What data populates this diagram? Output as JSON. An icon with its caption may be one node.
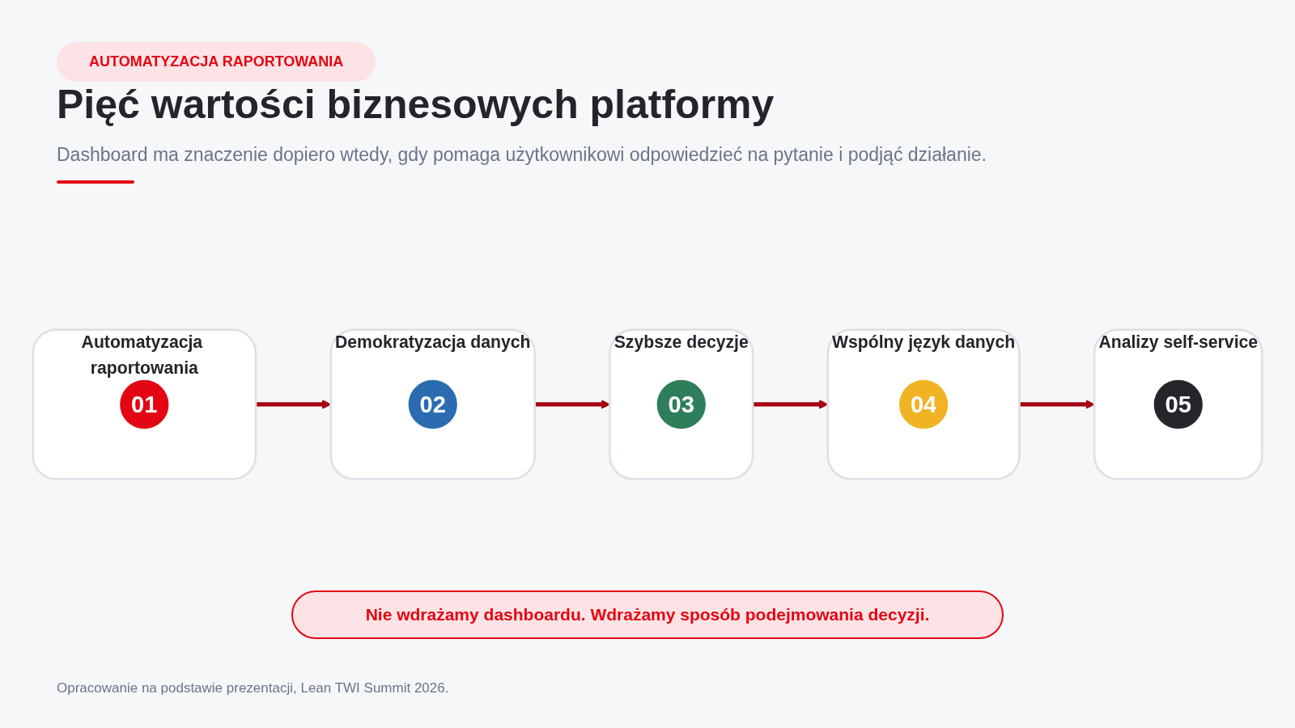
{
  "diagram": {
    "title": "Pięć wartości biznesowych platformy",
    "caption": "Dashboard ma znaczenie dopiero wtedy, gdy pomaga użytkownikowi odpowiedzieć na pytanie i podjąć działanie.",
    "nodes": [
      {
        "text": [
          "Automatyzacja raportowania"
        ]
      },
      {
        "text": [
          "01"
        ],
        "in": 0
      },
      {
        "text": [
          "Demokratyzacja danych"
        ]
      },
      {
        "text": [
          "02"
        ],
        "in": 2
      },
      {
        "text": [
          "Szybsze decyzje"
        ]
      },
      {
        "text": [
          "03"
        ],
        "in": 4
      },
      {
        "text": [
          "Wspólny język danych"
        ]
      },
      {
        "text": [
          "04"
        ],
        "in": 6
      },
      {
        "text": [
          "Analizy self-service"
        ]
      },
      {
        "text": [
          "05"
        ],
        "in": 8
      }
    ],
    "edges": [
      {
        "from": 0,
        "to": 2,
        "arrow": "to"
      },
      {
        "from": 2,
        "to": 4,
        "arrow": "to"
      },
      {
        "from": 4,
        "to": 6,
        "arrow": "to"
      },
      {
        "from": 6,
        "to": 8,
        "arrow": "to"
      }
    ],
    "labels": [
      "AUTOMATYZACJA RAPORTOWANIA",
      "Nie wdrażamy dashboardu. Wdrażamy sposób podejmowania decyzji.",
      "Opracowanie na podstawie prezentacji, Lean TWI Summit 2026."
    ]
  }
}
